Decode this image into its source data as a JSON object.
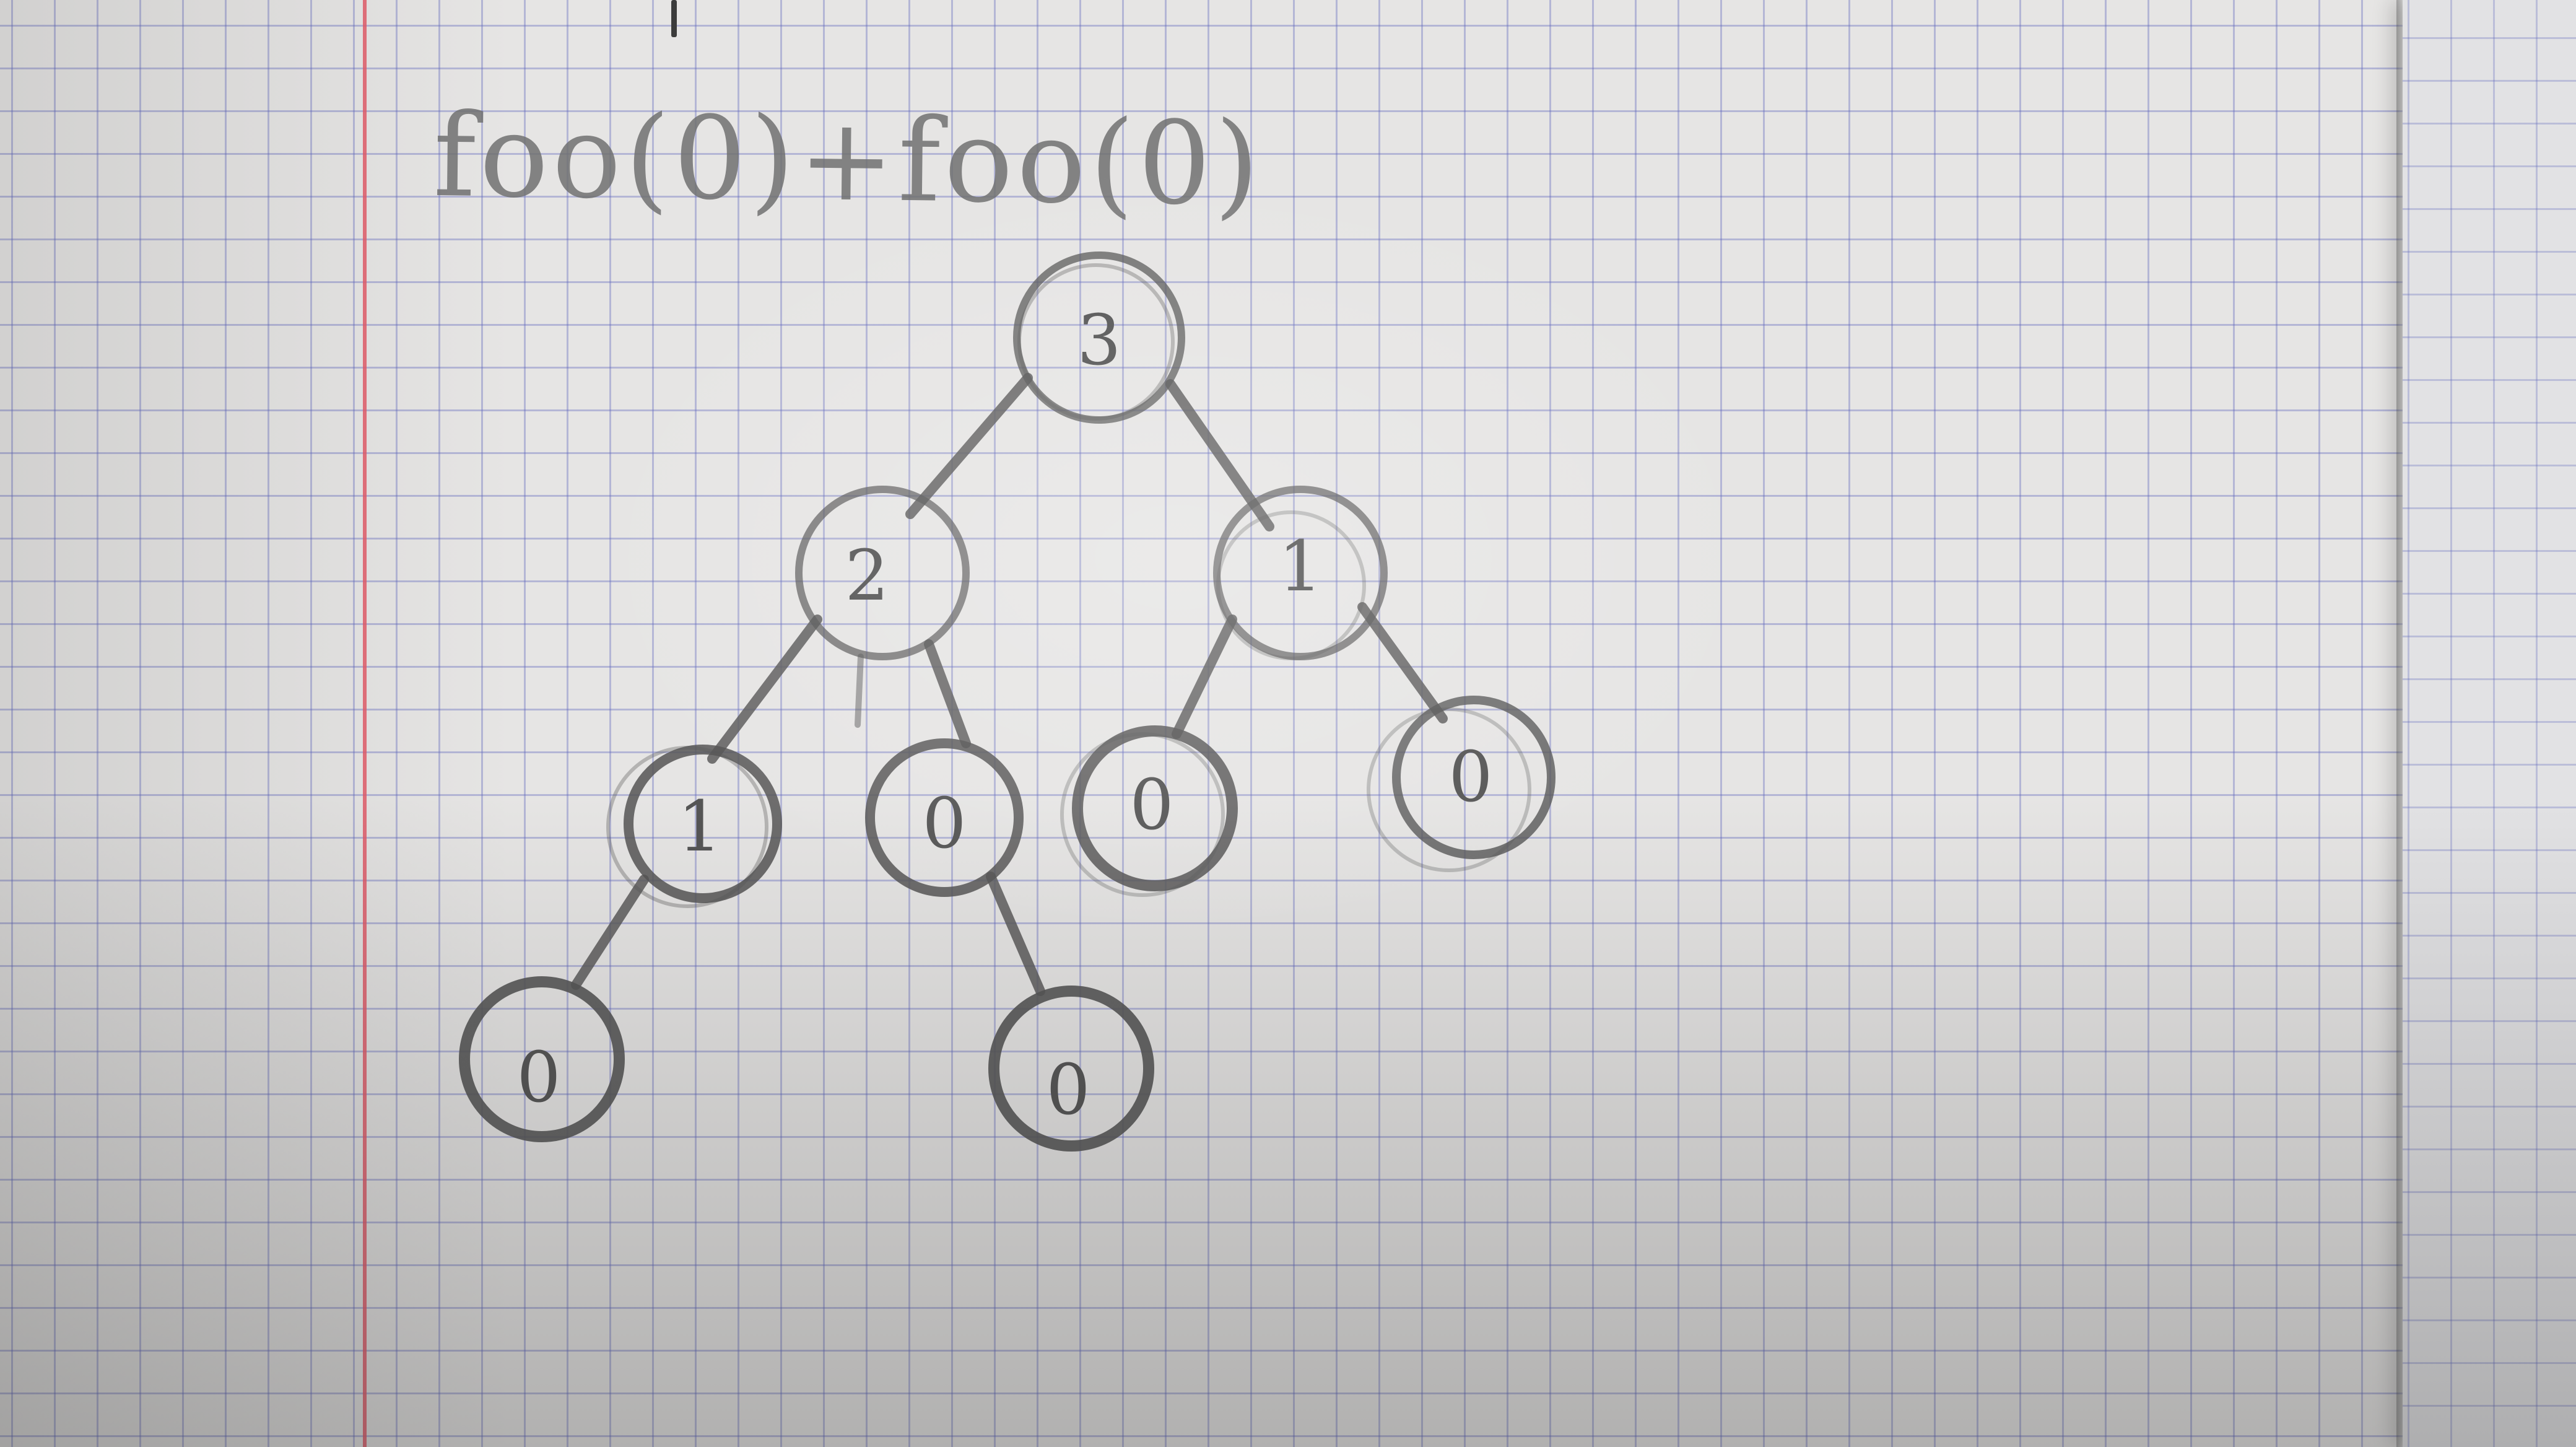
{
  "header": {
    "formula": "foo(0)+foo(0)"
  },
  "tree": {
    "nodes": [
      {
        "id": "root",
        "label": "3"
      },
      {
        "id": "left",
        "label": "2"
      },
      {
        "id": "right",
        "label": "1"
      },
      {
        "id": "left-left",
        "label": "1"
      },
      {
        "id": "left-right",
        "label": "0"
      },
      {
        "id": "right-left",
        "label": "0"
      },
      {
        "id": "right-right",
        "label": "0"
      },
      {
        "id": "left-left-left",
        "label": "0"
      },
      {
        "id": "left-right-right",
        "label": "0"
      }
    ]
  },
  "colors": {
    "pencil": "#555555",
    "grid": "#6068be",
    "margin_line": "#e25c6a",
    "paper": "#e6e5e4"
  }
}
